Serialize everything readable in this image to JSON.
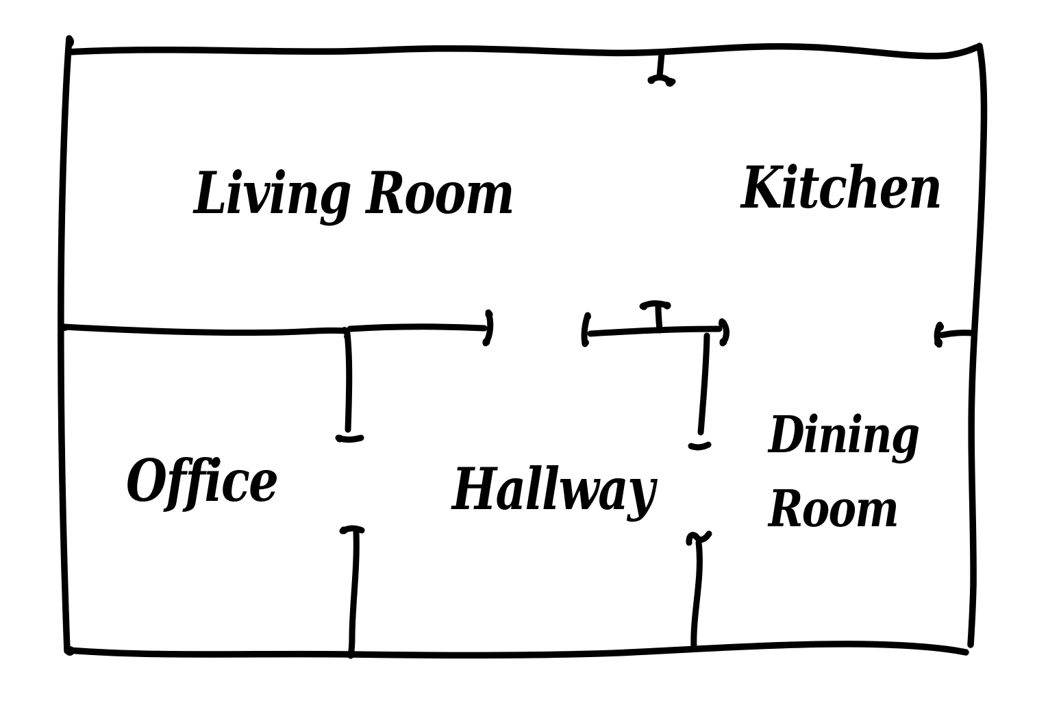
{
  "diagram": {
    "kind": "hand-drawn floor plan sketch",
    "ink_color": "#000000",
    "background_color": "#ffffff"
  },
  "rooms": [
    {
      "name": "Living Room"
    },
    {
      "name": "Kitchen"
    },
    {
      "name": "Office"
    },
    {
      "name": "Hallway"
    },
    {
      "name": "Dining Room",
      "label_line1": "Dining",
      "label_line2": "Room"
    }
  ]
}
